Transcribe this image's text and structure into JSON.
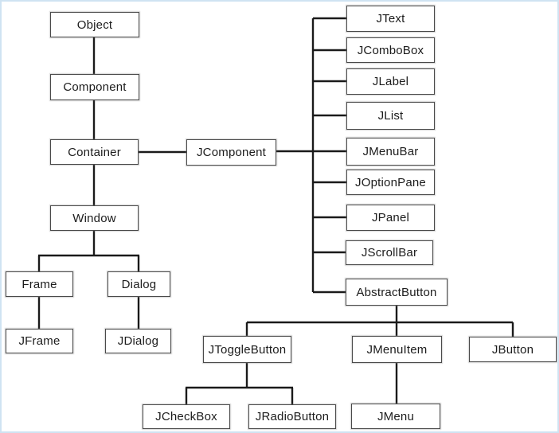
{
  "diagram": {
    "type": "class-hierarchy-tree",
    "colors": {
      "background": "#ffffff",
      "frame_border": "#cfe3f2",
      "box_border": "#4a4a4a",
      "line": "#1a1a1a",
      "text": "#1c1c1c"
    }
  },
  "nodes": {
    "object": {
      "label": "Object"
    },
    "component": {
      "label": "Component"
    },
    "container": {
      "label": "Container"
    },
    "jcomponent": {
      "label": "JComponent"
    },
    "window": {
      "label": "Window"
    },
    "frame": {
      "label": "Frame"
    },
    "dialog": {
      "label": "Dialog"
    },
    "jframe": {
      "label": "JFrame"
    },
    "jdialog": {
      "label": "JDialog"
    },
    "jtext": {
      "label": "JText"
    },
    "jcombobox": {
      "label": "JComboBox"
    },
    "jlabel": {
      "label": "JLabel"
    },
    "jlist": {
      "label": "JList"
    },
    "jmenubar": {
      "label": "JMenuBar"
    },
    "joptionpane": {
      "label": "JOptionPane"
    },
    "jpanel": {
      "label": "JPanel"
    },
    "jscrollbar": {
      "label": "JScrollBar"
    },
    "abstractbutton": {
      "label": "AbstractButton"
    },
    "jtogglebutton": {
      "label": "JToggleButton"
    },
    "jmenuitem": {
      "label": "JMenuItem"
    },
    "jbutton": {
      "label": "JButton"
    },
    "jcheckbox": {
      "label": "JCheckBox"
    },
    "jradiobutton": {
      "label": "JRadioButton"
    },
    "jmenu": {
      "label": "JMenu"
    }
  },
  "edges": [
    {
      "from": "Object",
      "to": "Component"
    },
    {
      "from": "Component",
      "to": "Container"
    },
    {
      "from": "Container",
      "to": "Window"
    },
    {
      "from": "Container",
      "to": "JComponent"
    },
    {
      "from": "Window",
      "to": "Frame"
    },
    {
      "from": "Window",
      "to": "Dialog"
    },
    {
      "from": "Frame",
      "to": "JFrame"
    },
    {
      "from": "Dialog",
      "to": "JDialog"
    },
    {
      "from": "JComponent",
      "to": "JText"
    },
    {
      "from": "JComponent",
      "to": "JComboBox"
    },
    {
      "from": "JComponent",
      "to": "JLabel"
    },
    {
      "from": "JComponent",
      "to": "JList"
    },
    {
      "from": "JComponent",
      "to": "JMenuBar"
    },
    {
      "from": "JComponent",
      "to": "JOptionPane"
    },
    {
      "from": "JComponent",
      "to": "JPanel"
    },
    {
      "from": "JComponent",
      "to": "JScrollBar"
    },
    {
      "from": "JComponent",
      "to": "AbstractButton"
    },
    {
      "from": "AbstractButton",
      "to": "JToggleButton"
    },
    {
      "from": "AbstractButton",
      "to": "JMenuItem"
    },
    {
      "from": "AbstractButton",
      "to": "JButton"
    },
    {
      "from": "JToggleButton",
      "to": "JCheckBox"
    },
    {
      "from": "JToggleButton",
      "to": "JRadioButton"
    },
    {
      "from": "JMenuItem",
      "to": "JMenu"
    }
  ]
}
